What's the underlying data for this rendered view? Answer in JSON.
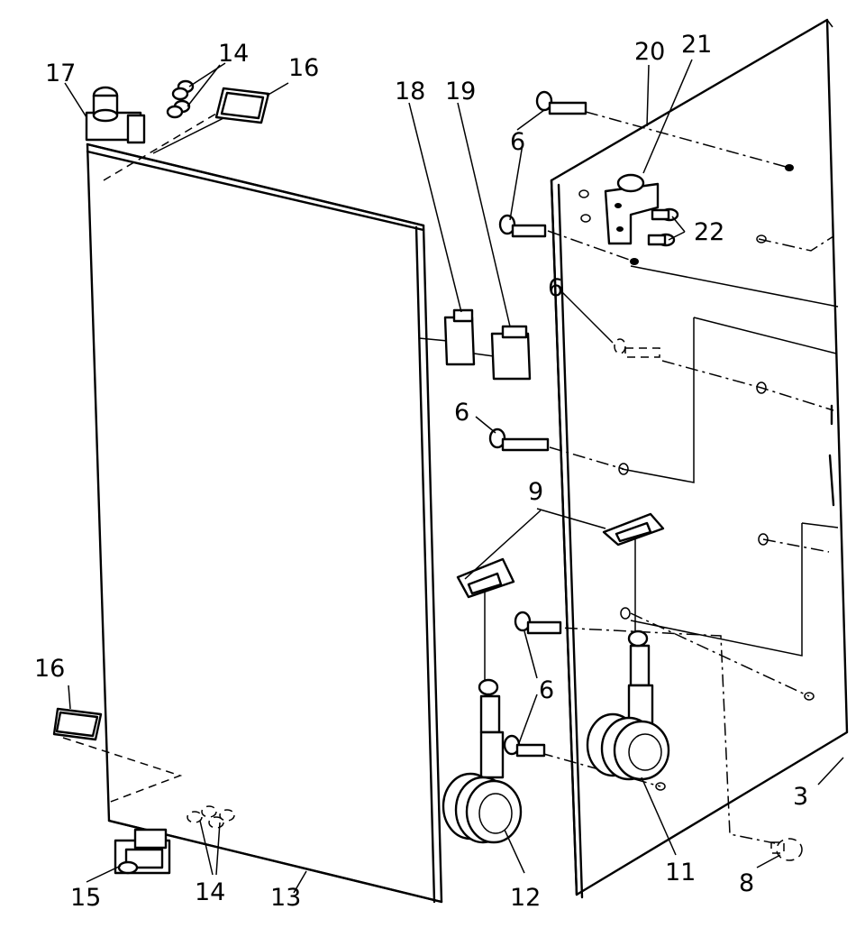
{
  "labels": {
    "l3": "3",
    "l6a": "6",
    "l6b": "6",
    "l6c": "6",
    "l6d": "6",
    "l8": "8",
    "l9": "9",
    "l11": "11",
    "l12": "12",
    "l13": "13",
    "l14a": "14",
    "l14b": "14",
    "l15": "15",
    "l16a": "16",
    "l16b": "16",
    "l17": "17",
    "l18": "18",
    "l19": "19",
    "l20": "20",
    "l21": "21",
    "l22": "22"
  }
}
